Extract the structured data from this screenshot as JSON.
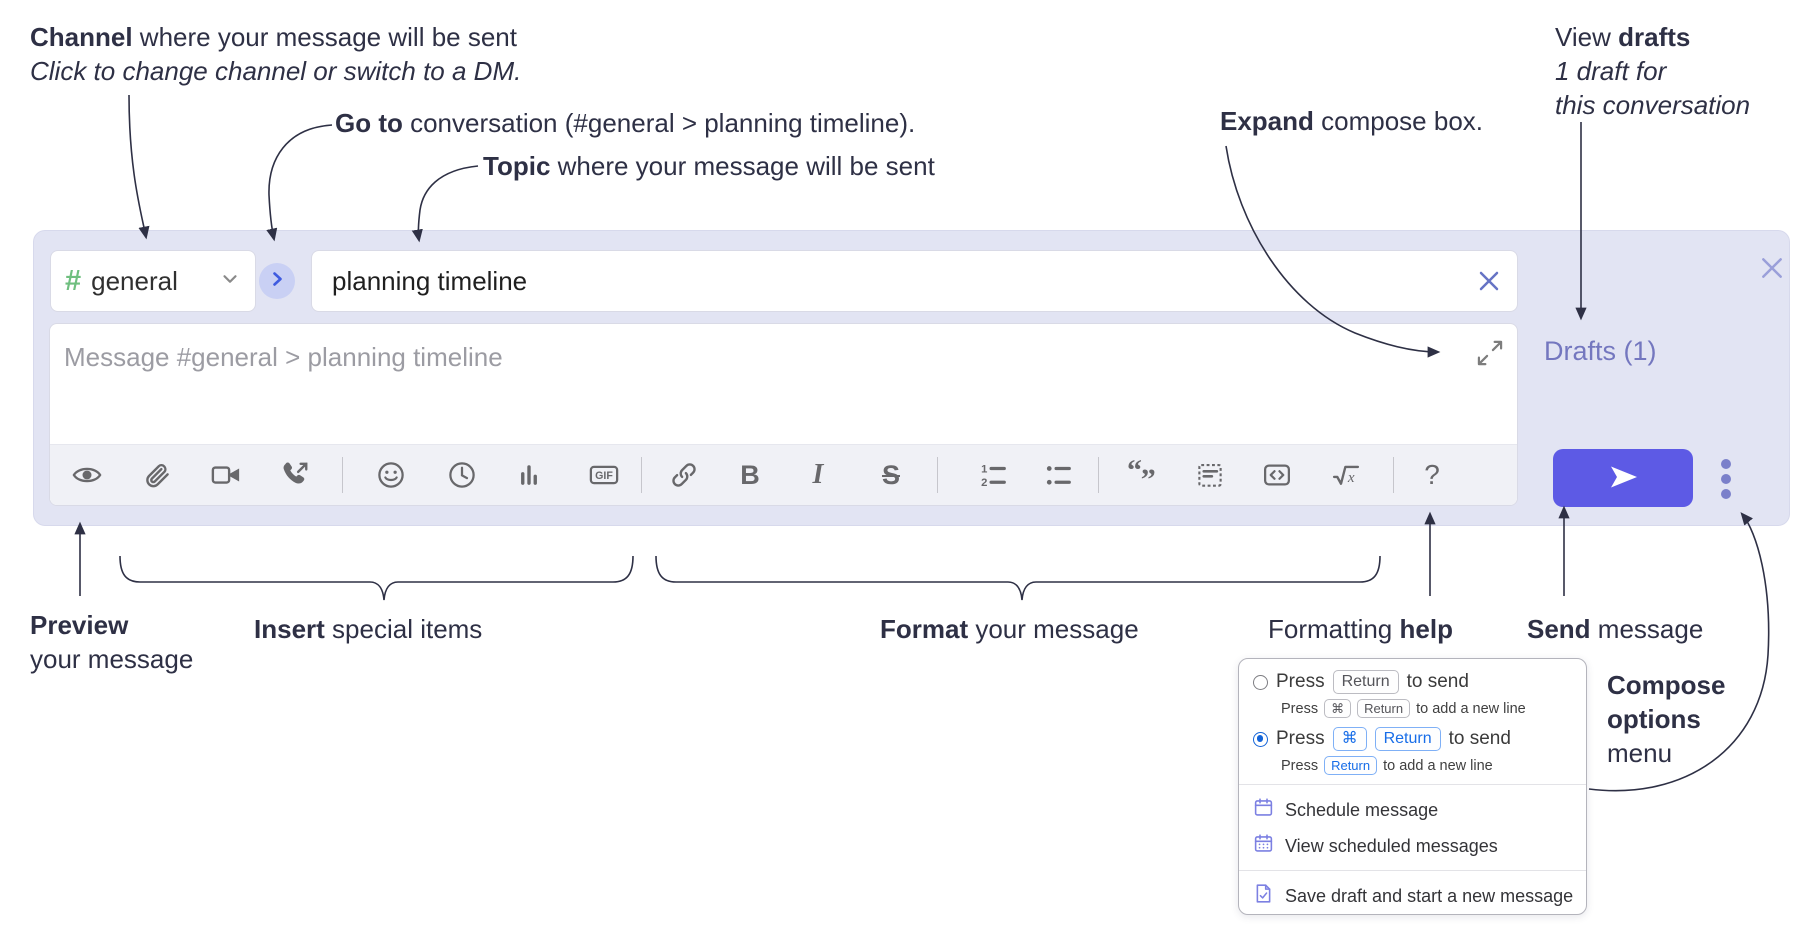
{
  "annotations": {
    "channel": {
      "bold": "Channel",
      "rest": " where your message will be sent",
      "line2": "Click to change channel or switch to a DM."
    },
    "goto": {
      "bold": "Go to",
      "rest": " conversation (#general > planning timeline)."
    },
    "topic": {
      "bold": "Topic",
      "rest": " where your message will be sent"
    },
    "expand": {
      "bold": "Expand",
      "rest": " compose box."
    },
    "drafts": {
      "pre": "View ",
      "bold": "drafts",
      "line2": "1 draft for",
      "line3": "this conversation"
    },
    "preview": {
      "bold": "Preview",
      "line2": "your message"
    },
    "insert": {
      "bold": "Insert",
      "rest": " special items"
    },
    "format": {
      "bold": "Format",
      "rest": " your message"
    },
    "help": {
      "pre": "Formatting ",
      "bold": "help"
    },
    "send": {
      "bold": "Send",
      "rest": " message"
    },
    "compose_options": {
      "line1": "Compose",
      "line2": "options",
      "line3": "menu"
    }
  },
  "compose": {
    "channel": {
      "hash": "#",
      "name": "general"
    },
    "topic_value": "planning timeline",
    "message_placeholder": "Message #general > planning timeline",
    "drafts_label": "Drafts (1)",
    "toolbar_glyphs": {
      "gif": "GIF",
      "bold": "B",
      "italic": "I",
      "strike": "S",
      "ol1": "1",
      "ol2": "2",
      "quote_open": "“",
      "quote_close": "”",
      "math_x": "x",
      "help": "?"
    },
    "toolbar_items": [
      "preview-eye",
      "attach-paperclip",
      "video-call",
      "voice-call",
      "emoji",
      "time",
      "poll",
      "gif",
      "link",
      "bold",
      "italic",
      "strikethrough",
      "numbered-list",
      "bulleted-list",
      "quote",
      "spoiler",
      "code",
      "math",
      "help"
    ]
  },
  "popup": {
    "options": [
      {
        "selected": false,
        "pre": "Press",
        "keys": [
          "Return"
        ],
        "post": "to send",
        "sub_pre": "Press",
        "sub_keys": [
          "⌘",
          "Return"
        ],
        "sub_post": "to add a new line"
      },
      {
        "selected": true,
        "pre": "Press",
        "keys": [
          "⌘",
          "Return"
        ],
        "post": "to send",
        "sub_pre": "Press",
        "sub_keys": [
          "Return"
        ],
        "sub_post": "to add a new line"
      }
    ],
    "menu_items": [
      {
        "icon": "calendar-icon",
        "label": "Schedule message"
      },
      {
        "icon": "calendar-grid-icon",
        "label": "View scheduled messages"
      },
      {
        "icon": "document-check-icon",
        "label": "Save draft and start a new message"
      }
    ]
  },
  "colors": {
    "compose_bg": "#e2e4f3",
    "send_button": "#5d5ae5",
    "drafts_link": "#7477bf",
    "hash_green": "#6fbf7f",
    "goto_circle": "#c9d0f4",
    "goto_chevron": "#3f5be0",
    "keycap_blue": "#176de8",
    "radio_selected": "#1464d8",
    "menu_icon_purple": "#7c80e2",
    "annotation_text": "#2e3045",
    "toolbar_icon": "#68686b"
  }
}
